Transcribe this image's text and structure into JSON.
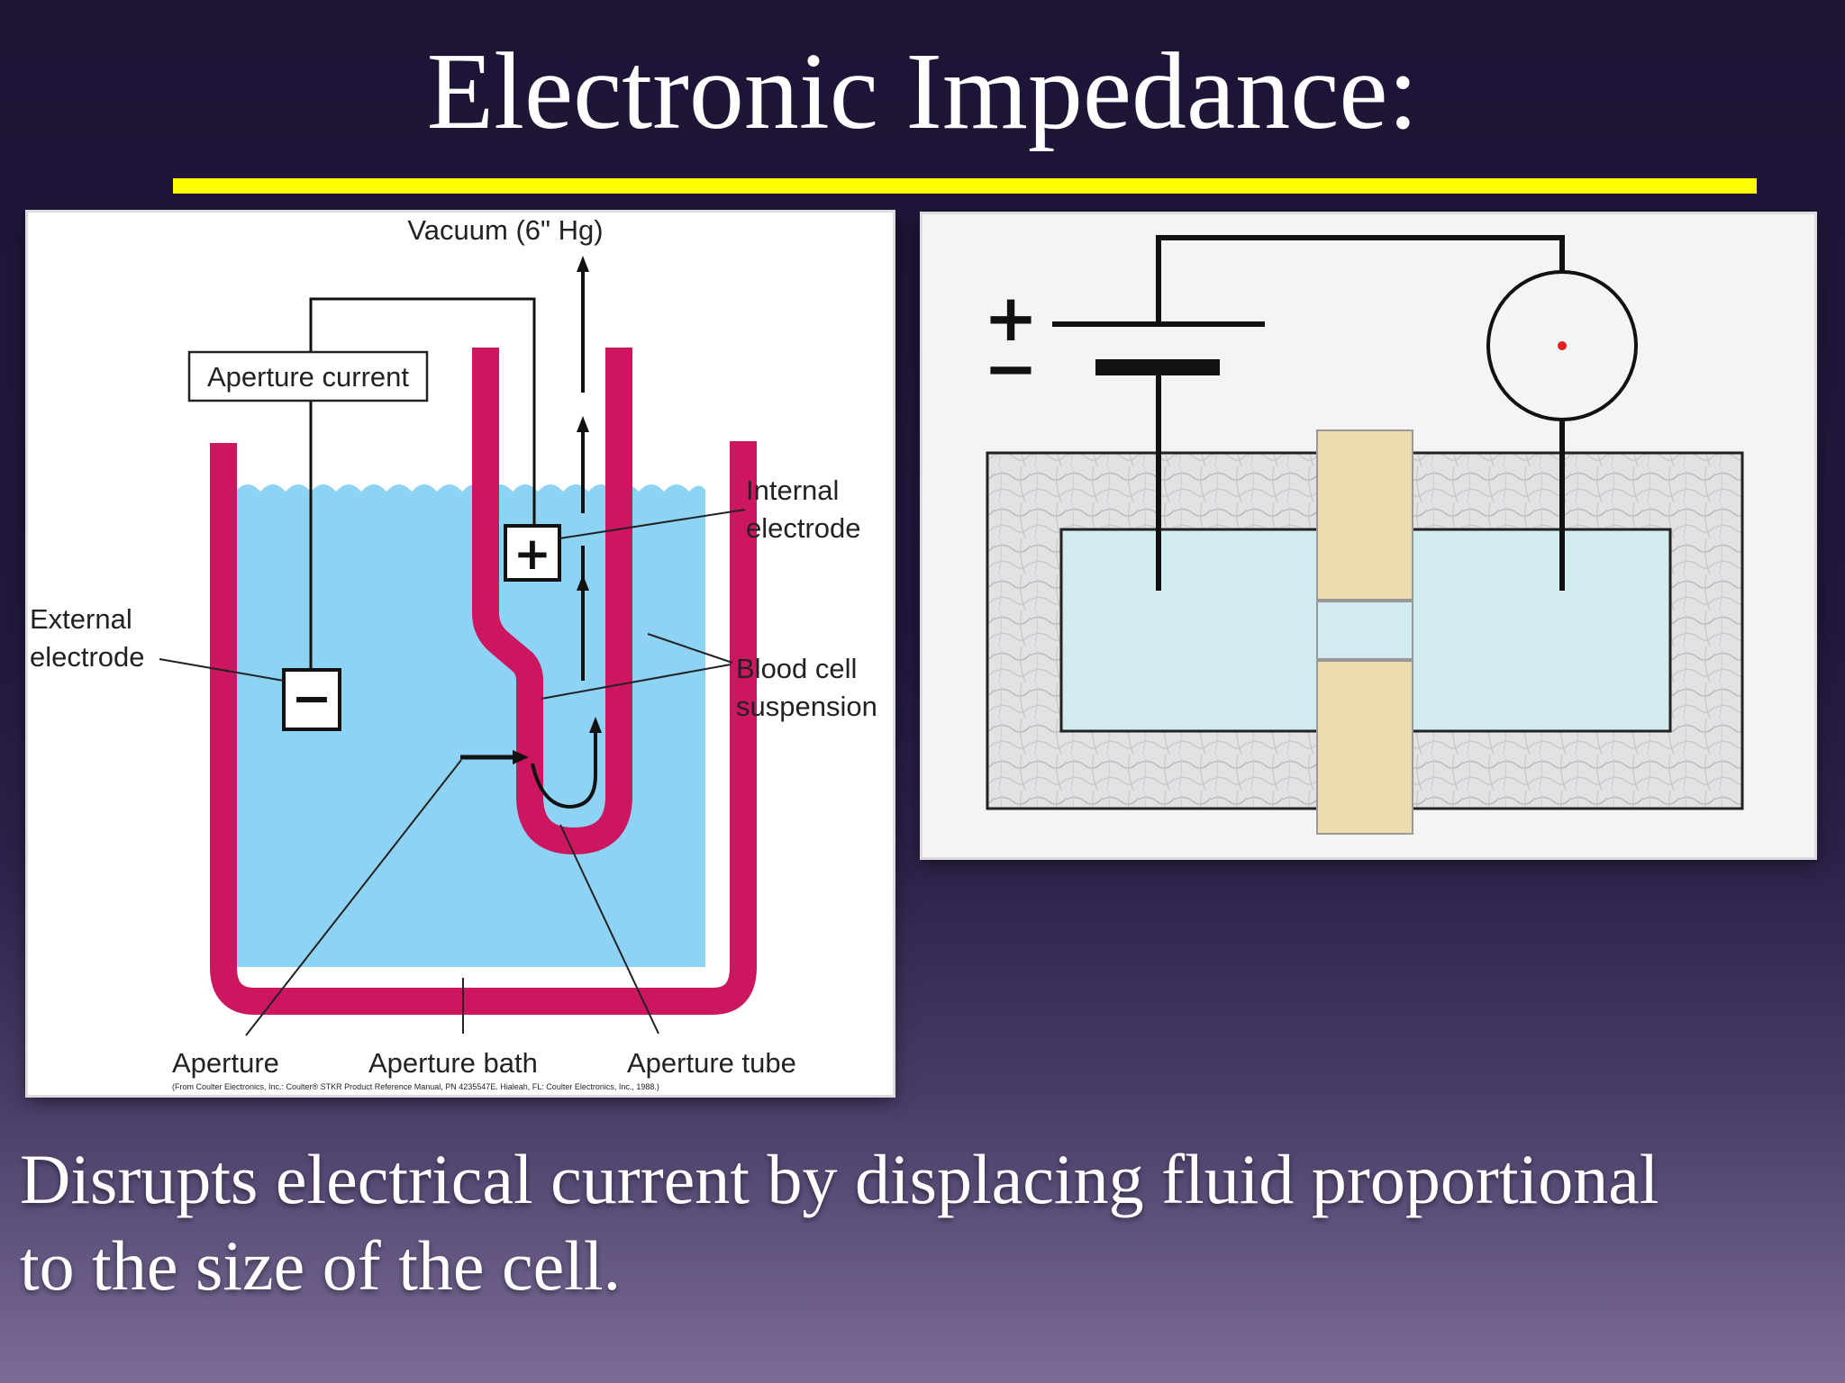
{
  "slide": {
    "title": "Electronic Impedance:",
    "body_line1": "Disrupts electrical current by displacing fluid  proportional",
    "body_line2": "to the size of the cell."
  },
  "left_diagram": {
    "vacuum_label": "Vacuum (6\" Hg)",
    "aperture_current_label": "Aperture current",
    "internal_electrode_line1": "Internal",
    "internal_electrode_line2": "electrode",
    "external_electrode_line1": "External",
    "external_electrode_line2": "electrode",
    "blood_cell_line1": "Blood cell",
    "blood_cell_line2": "suspension",
    "aperture_label": "Aperture",
    "aperture_bath_label": "Aperture bath",
    "aperture_tube_label": "Aperture tube",
    "credit": "(From Coulter Electronics, Inc.: Coulter® STKR Product Reference Manual, PN 4235547E. Hialeah, FL: Coulter Electronics, Inc., 1988.)",
    "plus_symbol": "+",
    "minus_symbol": "−",
    "colors": {
      "bath_fluid": "#8ed3f3",
      "vessel": "#cc1660"
    }
  },
  "right_diagram": {
    "plus_symbol": "+",
    "minus_symbol": "−",
    "colors": {
      "fluid": "#d2ebee",
      "wall": "#ecdcb0",
      "indicator_dot": "#e0201f"
    }
  },
  "colors": {
    "title_underline": "#ffff00"
  }
}
